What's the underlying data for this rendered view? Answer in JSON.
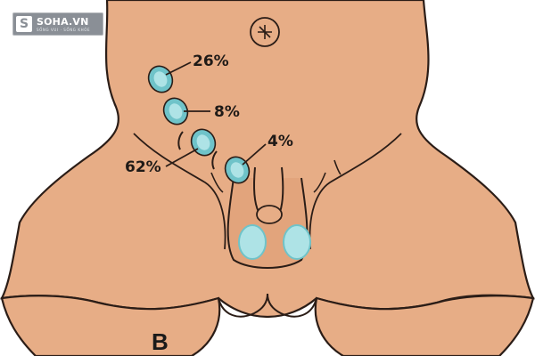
{
  "watermark": {
    "mark": "S",
    "name": "SOHA.VN",
    "tagline": "SỐNG VUI · SỐNG KHỎE"
  },
  "labels": {
    "percent_top": "26%",
    "percent_upper_mid": "8%",
    "percent_lower_left": "62%",
    "percent_lower_right": "4%"
  },
  "panel_letter": "B",
  "colors": {
    "skin": "#e7ad86",
    "skin_shadow": "#d9956c",
    "outline": "#2b1d17",
    "marker_ring": "#6fc3c9",
    "marker_fill": "#aee3e6",
    "background": "#ffffff"
  }
}
